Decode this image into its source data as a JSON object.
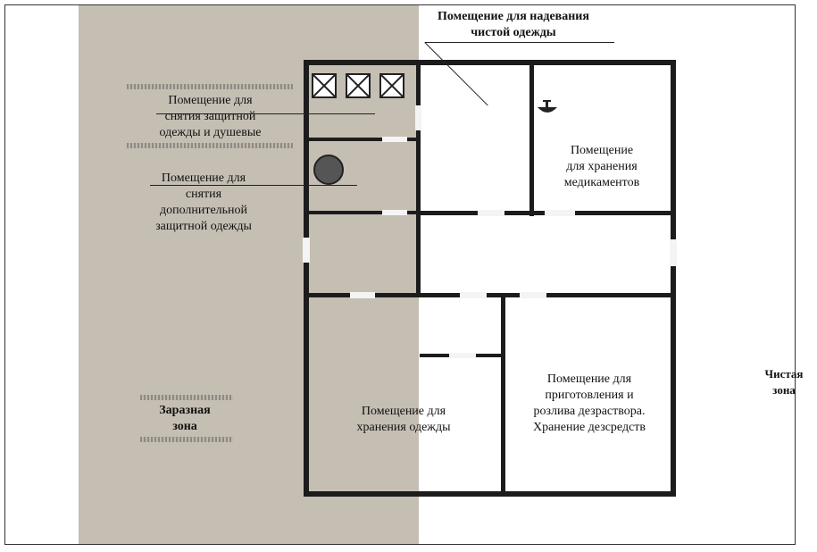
{
  "labels": {
    "clean_clothes_room": [
      "Помещение для надевания",
      "чистой одежды"
    ],
    "undress_shower_room": [
      "Помещение для",
      "снятия защитной",
      "одежды и душевые"
    ],
    "additional_undress_room": [
      "Помещение для",
      "снятия",
      "дополнительной",
      "защитной одежды"
    ],
    "contagious_zone": [
      "Заразная",
      "зона"
    ],
    "clean_zone": [
      "Чистая",
      "зона"
    ],
    "medicine_room": [
      "Помещение",
      "для хранения",
      "медикаментов"
    ],
    "clothes_storage": [
      "Помещение для",
      "хранения одежды"
    ],
    "disinfectant_room": [
      "Помещение для",
      "приготовления и",
      "розлива дезраствора.",
      "Хранение дезсредств"
    ]
  },
  "colors": {
    "contagious_zone_fill": "#c5beb3",
    "clean_zone_fill": "#ffffff",
    "wall": "#1c1c1c"
  },
  "icons": [
    "shower-box-icon",
    "shower-box-icon",
    "shower-box-icon",
    "sink-icon",
    "drain-icon"
  ]
}
